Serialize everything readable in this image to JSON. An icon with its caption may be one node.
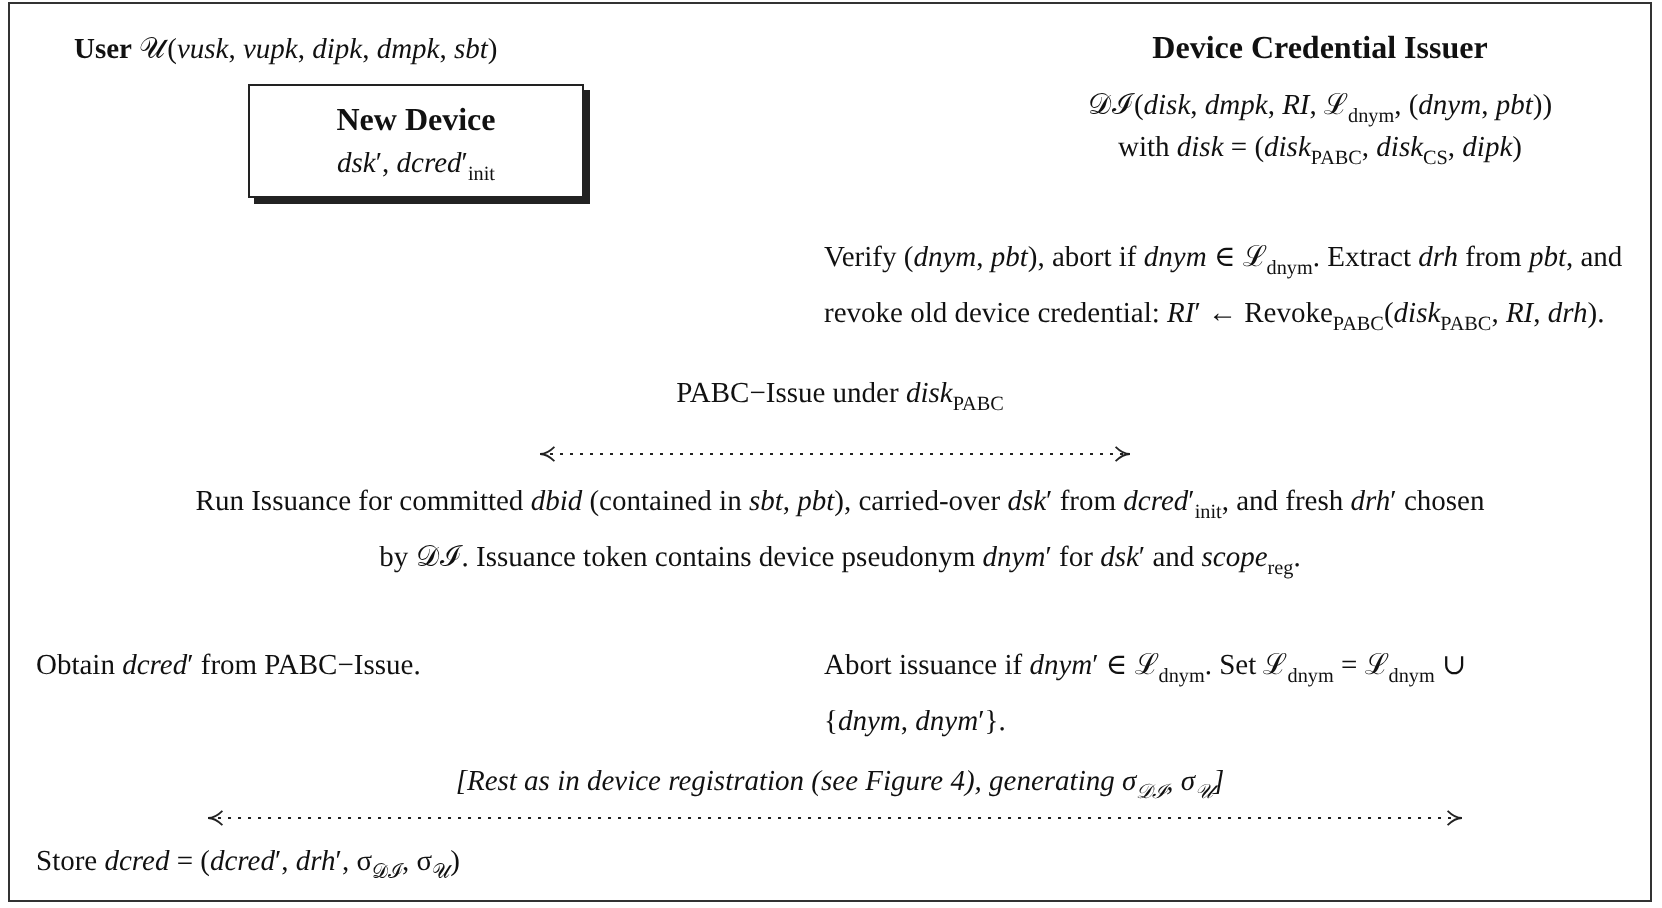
{
  "diagram": {
    "nodes": [
      {
        "text": [
          "New Device",
          "*dsk*′, *dcred*′$_{init}$"
        ]
      }
    ],
    "labels": [
      "**User**  𝒰(*vusk*, *vupk*, *dipk*, *dmpk*, *sbt*)",
      "Device Credential Issuer",
      "𝒟ℐ(*disk*, *dmpk*, *RI*, ℒ$_{dnym}$, (*dnym*, *pbt*))",
      "with *disk* = (*disk*$_{PABC}$, *disk*$_{CS}$, *dipk*)",
      "Verify (*dnym*, *pbt*), abort if *dnym* ∈ ℒ$_{dnym}$. Extract *drh* from *pbt*, and revoke old device credential: *RI*′ ← Revoke$_{PABC}$(*disk*$_{PABC}$, *RI*, *drh*).",
      "PABC−Issue under *disk*$_{PABC}$",
      "Run Issuance for committed *dbid* (contained in *sbt*, *pbt*), carried-over *dsk*′ from *dcred*′$_{init}$, and fresh *drh*′ chosen by 𝒟ℐ. Issuance token contains device pseudonym *dnym*′ for *dsk*′ and *scope*$_{reg}$.",
      "Obtain *dcred*′ from PABC−Issue.",
      "Abort issuance if *dnym*′ ∈ ℒ$_{dnym}$. Set ℒ$_{dnym}$ = ℒ$_{dnym}$ ∪ {*dnym*, *dnym*′}.",
      "[Rest as in device registration (see Figure 4), generating σ$_{𝒟ℐ}$, σ$_{𝒰}$]",
      "Store *dcred* = (*dcred*′, *drh*′, σ$_{𝒟ℐ}$, σ$_{𝒰}$)"
    ]
  }
}
